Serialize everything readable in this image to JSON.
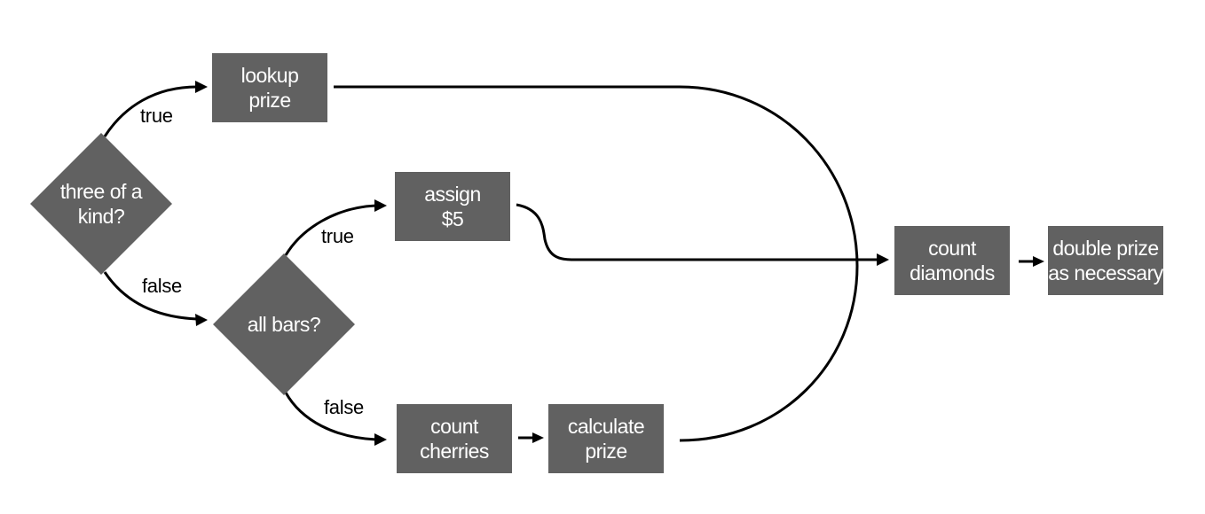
{
  "diagram": {
    "nodes": {
      "three_of_a_kind": "three of a\nkind?",
      "all_bars": "all bars?",
      "lookup_prize": "lookup\nprize",
      "assign_5": "assign\n$5",
      "count_cherries": "count\ncherries",
      "calculate_prize": "calculate\nprize",
      "count_diamonds": "count\ndiamonds",
      "double_prize": "double prize\nas necessary"
    },
    "edge_labels": {
      "three_true": "true",
      "three_false": "false",
      "bars_true": "true",
      "bars_false": "false"
    }
  },
  "colors": {
    "node_fill": "#616161",
    "node_text": "#ffffff",
    "edge": "#000000"
  }
}
